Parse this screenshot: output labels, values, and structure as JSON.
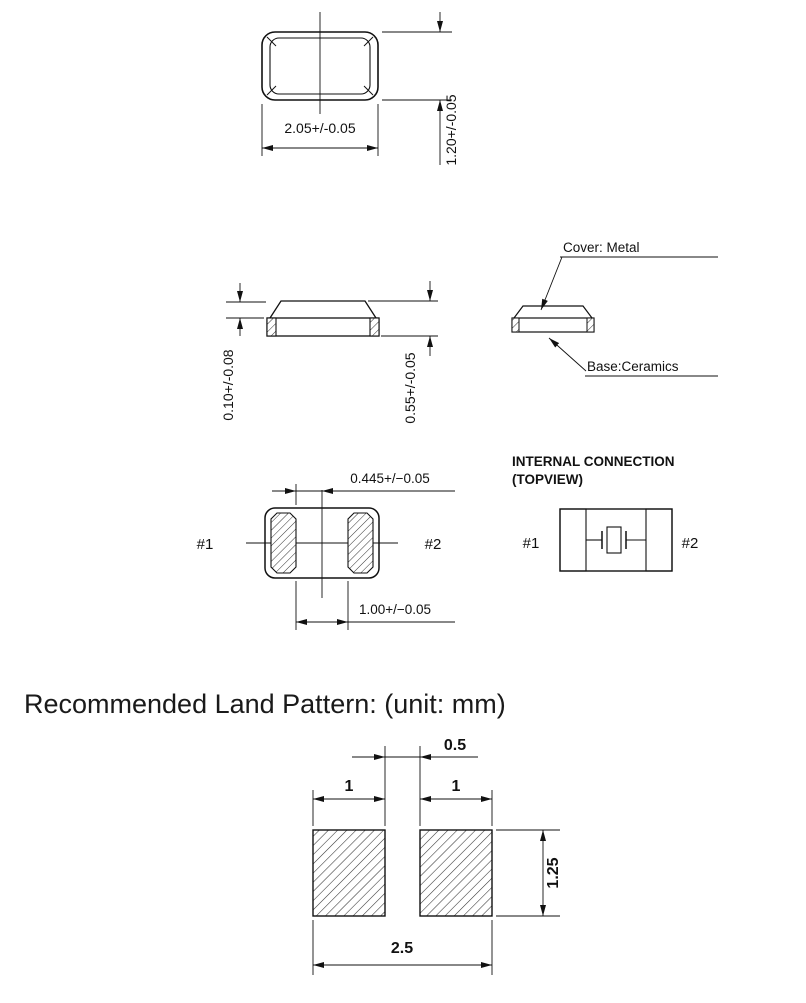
{
  "package": {
    "top_view": {
      "width_dim": "2.05+/-0.05",
      "height_dim": "1.20+/-0.05"
    },
    "side_view": {
      "cover_thickness_dim": "0.10+/-0.08",
      "body_height_dim": "0.55+/-0.05",
      "cover_label": "Cover: Metal",
      "base_label": "Base:Ceramics"
    },
    "bottom_view": {
      "pad1_label": "#1",
      "pad2_label": "#2",
      "pad_center_dim": "0.445+/−0.05",
      "pad_gap_dim": "1.00+/−0.05"
    },
    "internal_connection": {
      "title_line1": "INTERNAL CONNECTION",
      "title_line2": "(TOPVIEW)",
      "pad1_label": "#1",
      "pad2_label": "#2"
    }
  },
  "land_pattern": {
    "heading": "Recommended Land Pattern: (unit: mm)",
    "gap_dim": "0.5",
    "left_pad_width_dim": "1",
    "right_pad_width_dim": "1",
    "pad_height_dim": "1.25",
    "overall_width_dim": "2.5"
  }
}
